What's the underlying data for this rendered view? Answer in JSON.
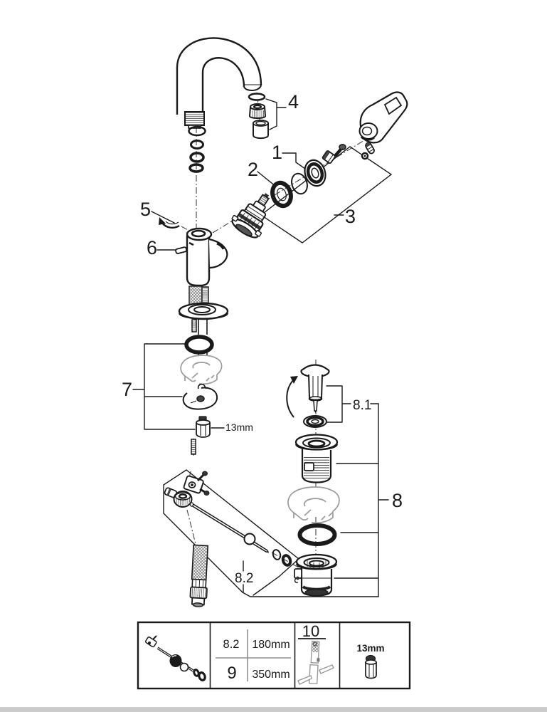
{
  "page": {
    "background": "#ffffff",
    "footer_bar_color": "#cbcbcb"
  },
  "colors": {
    "line": "#1a1a1a",
    "gray_part": "#9a9a9a",
    "divider_gray": "#8f8f8f"
  },
  "diagram_type": "faucet-exploded-parts-diagram",
  "callouts": {
    "c1": "1",
    "c2": "2",
    "c3": "3",
    "c4": "4",
    "c5": "5",
    "c6": "6",
    "c7": "7",
    "c8": "8",
    "c8_1": "8.1",
    "c8_2": "8.2",
    "wrench": "13mm"
  },
  "legend": {
    "rows": [
      {
        "ref": "8.2",
        "length": "180mm"
      },
      {
        "ref": "9",
        "length": "350mm"
      }
    ],
    "tool_ref": "10",
    "wrench_size": "13mm"
  }
}
